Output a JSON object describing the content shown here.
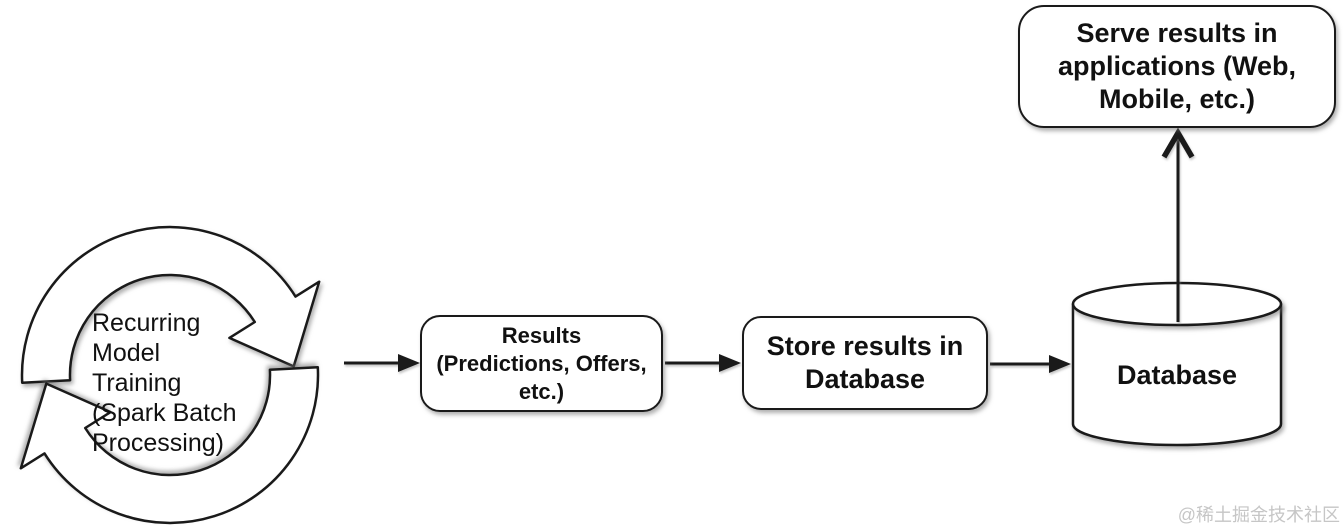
{
  "colors": {
    "background": "#ffffff",
    "stroke": "#1a1a1a",
    "text": "#111111",
    "watermark": "#c6c6c6"
  },
  "nodes": {
    "cycle": {
      "shape": "circular-arrows",
      "label": "Recurring\nModel\nTraining\n(Spark Batch\nProcessing)"
    },
    "results": {
      "shape": "rounded-rect",
      "label": "Results\n(Predictions, Offers,\netc.)"
    },
    "store": {
      "shape": "rounded-rect",
      "label": "Store results in\nDatabase"
    },
    "database": {
      "shape": "cylinder",
      "label": "Database"
    },
    "serve": {
      "shape": "rounded-rect",
      "label": "Serve results in\napplications (Web,\nMobile, etc.)"
    }
  },
  "edges": [
    {
      "from": "cycle",
      "to": "results",
      "direction": "right"
    },
    {
      "from": "results",
      "to": "store",
      "direction": "right"
    },
    {
      "from": "store",
      "to": "database",
      "direction": "right"
    },
    {
      "from": "database",
      "to": "serve",
      "direction": "up"
    }
  ],
  "watermark": {
    "text": "@稀土掘金技术社区"
  }
}
